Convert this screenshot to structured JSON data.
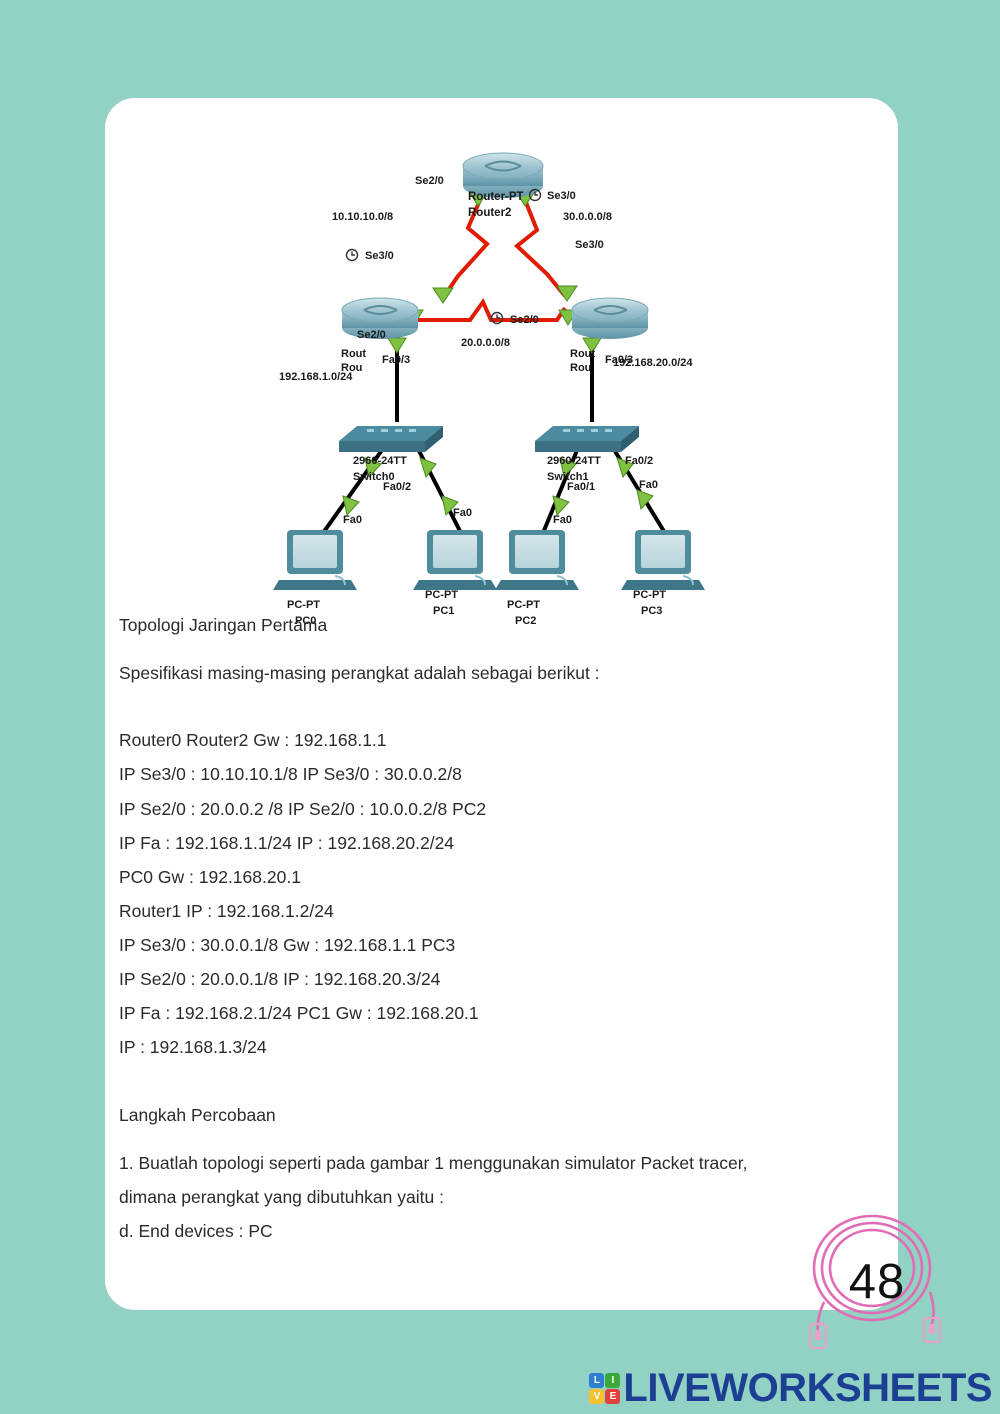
{
  "page": {
    "background_color": "#91d2c4",
    "card_color": "#ffffff",
    "page_number": "48"
  },
  "figure": {
    "name": "network-topology-packet-tracer",
    "subnets": {
      "left_wan": "10.10.10.0/8",
      "right_wan": "30.0.0.0/8",
      "center_wan": "20.0.0.0/8",
      "left_lan": "192.168.1.0/24",
      "right_lan": "192.168.20.0/24"
    },
    "routers": [
      {
        "id": "router-top",
        "model": "Router-PT",
        "name": "Router2",
        "interfaces": [
          "Se2/0",
          "Se3/0"
        ]
      },
      {
        "id": "router-left",
        "model": "Rout",
        "name": "Rou",
        "interfaces": [
          "Se3/0",
          "Se2/0",
          "Fa0/3"
        ]
      },
      {
        "id": "router-right",
        "model": "Rout",
        "name": "Rou",
        "interfaces": [
          "Se3/0",
          "Fa0/3"
        ]
      }
    ],
    "switches": [
      {
        "id": "switch-left",
        "model": "2960-24TT",
        "name": "Switch0",
        "interfaces": [
          "Fa0/2"
        ]
      },
      {
        "id": "switch-right",
        "model": "2960-24TT",
        "name": "Switch1",
        "interfaces": [
          "Fa0/2",
          "Fa0/1"
        ]
      }
    ],
    "pcs": [
      {
        "id": "pc0",
        "model": "PC-PT",
        "name": "PC0",
        "interface": "Fa0"
      },
      {
        "id": "pc1",
        "model": "PC-PT",
        "name": "PC1",
        "interface": "Fa0"
      },
      {
        "id": "pc2",
        "model": "PC-PT",
        "name": "PC2",
        "interface": "Fa0"
      },
      {
        "id": "pc3",
        "model": "PC-PT",
        "name": "PC3",
        "interface": "Fa0"
      }
    ],
    "colors": {
      "serial_link": "#e01b00",
      "ethernet_link": "#000000",
      "link_arrow": "#7fc241",
      "device_body": "#6aa3b4"
    }
  },
  "body_text": {
    "heading": "Topologi Jaringan Pertama",
    "intro": "Spesifikasi masing-masing perangkat adalah sebagai berikut :",
    "spec_lines": [
      "Router0 Router2 Gw : 192.168.1.1",
      "IP Se3/0 : 10.10.10.1/8 IP Se3/0 : 30.0.0.2/8",
      "IP Se2/0 : 20.0.0.2 /8 IP Se2/0 : 10.0.0.2/8 PC2",
      "IP Fa : 192.168.1.1/24 IP : 192.168.20.2/24",
      "PC0 Gw : 192.168.20.1",
      "Router1 IP : 192.168.1.2/24",
      "IP Se3/0 : 30.0.0.1/8 Gw : 192.168.1.1 PC3",
      "IP Se2/0 : 20.0.0.1/8 IP : 192.168.20.3/24",
      "IP Fa : 192.168.2.1/24 PC1 Gw : 192.168.20.1",
      "IP : 192.168.1.3/24"
    ],
    "steps_heading": "Langkah Percobaan",
    "step_lines": [
      "1. Buatlah topologi seperti pada gambar 1 menggunakan simulator Packet tracer,",
      "dimana perangkat yang dibutuhkan yaitu :",
      "d. End devices : PC"
    ]
  },
  "footer": {
    "brand_word": "LIVEWORKSHEETS",
    "brand_tiles": [
      {
        "letter": "LI",
        "color": "#2f7fd1"
      },
      {
        "letter": "VE",
        "color": "#3aa83a"
      },
      {
        "letter": "",
        "color": "#f2c230"
      },
      {
        "letter": "",
        "color": "#e2403a"
      }
    ],
    "cable_color": "#e26bb5"
  }
}
